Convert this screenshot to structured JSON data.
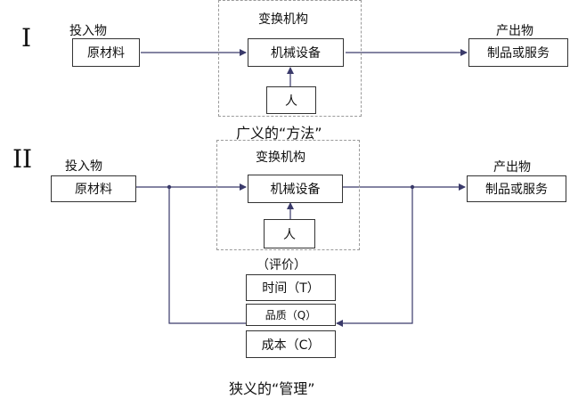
{
  "diagram1": {
    "numeral": "I",
    "input_label": "投入物",
    "input_box": "原材料",
    "process_label": "变换机构",
    "process_box": "机械设备",
    "person_box": "人",
    "output_label": "产出物",
    "output_box": "制品或服务",
    "caption": "广义的“方法”"
  },
  "diagram2": {
    "numeral": "II",
    "input_label": "投入物",
    "input_box": "原材料",
    "process_label": "变换机构",
    "process_box": "机械设备",
    "person_box": "人",
    "output_label": "产出物",
    "output_box": "制品或服务",
    "evaluation_label": "（评价）",
    "time_box": "时间（T）",
    "quality_box": "品质（Q）",
    "cost_box": "成本（C）",
    "caption": "狭义的“管理”"
  },
  "colors": {
    "arrow": "#3a3a6a",
    "box_border": "#333333",
    "dashed_frame": "#9a9a9a"
  }
}
